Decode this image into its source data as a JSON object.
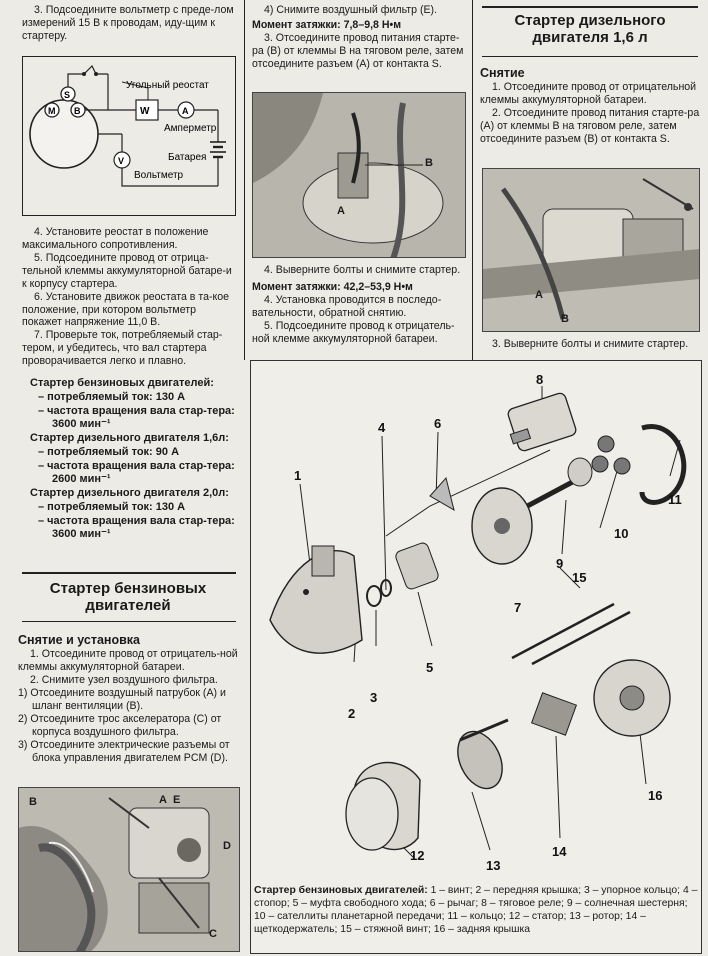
{
  "left": {
    "step3": "3. Подсоедините вольтметр с преде-лом измерений 15 В к проводам, иду-щим к стартеру.",
    "circuit": {
      "rheostat": "Угольный реостат",
      "ammeter": "Амперметр",
      "battery": "Батарея",
      "voltmeter": "Вольтметр",
      "S": "S",
      "M": "M",
      "B": "B",
      "W": "W",
      "A": "A",
      "V": "V"
    },
    "step4": "4. Установите реостат в положение максимального сопротивления.",
    "step5": "5. Подсоедините провод от отрица-тельной клеммы аккумуляторной батаре-и к корпусу стартера.",
    "step6": "6. Установите движок реостата в та-кое положение, при котором вольтметр покажет напряжение 11,0 В.",
    "step7": "7. Проверьте ток, потребляемый стар-тером, и убедитесь, что вал стартера проворачивается легко и плавно.",
    "specs": [
      {
        "title": "Стартер бензиновых двигателей:",
        "items": [
          "– потребляемый ток: 130 А",
          "– частота вращения вала стар-тера: 3600 мин⁻¹"
        ]
      },
      {
        "title": "Стартер дизельного двигателя 1,6л:",
        "items": [
          "– потребляемый ток: 90 А",
          "– частота вращения вала стар-тера: 2600 мин⁻¹"
        ]
      },
      {
        "title": "Стартер дизельного двигателя 2,0л:",
        "items": [
          "– потребляемый ток: 130 А",
          "– частота вращения вала стар-тера: 3600 мин⁻¹"
        ]
      }
    ],
    "section_title": "Стартер бензиновых двигателей",
    "subsection": "Снятие и установка",
    "r1": "1. Отсоедините провод от отрицатель-ной клеммы аккумуляторной батареи.",
    "r2": "2. Снимите узел воздушного фильтра.",
    "r2a": "1) Отсоедините воздушный патрубок (А) и шланг вентиляции (В).",
    "r2b": "2) Отсоедините трос акселератора (С) от корпуса воздушного фильтра.",
    "r2c": "3) Отсоедините электрические разъемы от блока управления двигателем PCM (D).",
    "photo_labels": {
      "A": "A",
      "B": "B",
      "C": "C",
      "D": "D",
      "E": "E"
    }
  },
  "middle": {
    "step4": "4) Снимите воздушный фильтр (Е).",
    "torque1": "Момент затяжки: 7,8–9,8 Н•м",
    "step3": "3. Отсоедините провод питания старте-ра (В) от клеммы В на тяговом реле, затем отсоедините разъем (А) от контакта S.",
    "photo_labels": {
      "A": "A",
      "B": "B"
    },
    "step4b": "4. Выверните болты и снимите стартер.",
    "torque2": "Момент затяжки: 42,2–53,9 Н•м",
    "step4c": "4. Установка проводится в последо-вательности, обратной снятию.",
    "step5": "5. Подсоедините провод к отрицатель-ной клемме аккумуляторной батареи."
  },
  "right": {
    "section_title": "Стартер дизельного двигателя 1,6 л",
    "subsection": "Снятие",
    "s1": "1. Отсоедините провод от отрицательной клеммы аккумуляторной батареи.",
    "s2": "2. Отсоедините провод питания старте-ра (А) от клеммы В на тяговом реле, затем отсоедините разъем (В) от контакта S.",
    "photo_labels": {
      "A": "A",
      "B": "B"
    },
    "s3": "3. Выверните болты и снимите стартер."
  },
  "diagram": {
    "labels": [
      "1",
      "2",
      "3",
      "4",
      "5",
      "6",
      "7",
      "8",
      "9",
      "10",
      "11",
      "12",
      "13",
      "14",
      "15",
      "16"
    ],
    "caption_bold": "Стартер бензиновых двигателей:",
    "caption": " 1 – винт; 2 – передняя крышка; 3 – упорное кольцо; 4 – стопор; 5 – муфта свободного хода; 6 – рычаг; 8 – тяговое реле; 9 – солнечная шестерня; 10 – сателлиты планетарной передачи; 11 – кольцо; 12 – статор; 13 – ротор; 14 – щеткодержатель; 15 – стяжной винт; 16 – задняя крышка"
  }
}
